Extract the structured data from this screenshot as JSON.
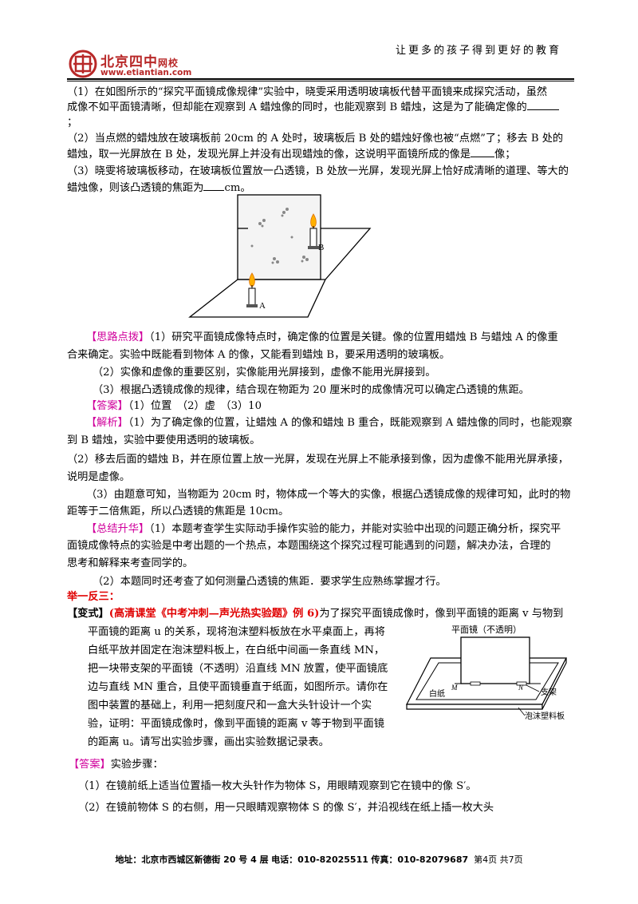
{
  "header": {
    "logo_cn": "北京四中",
    "logo_sub": "网校",
    "logo_web": "www.etiantian.com",
    "slogan": "让更多的孩子得到更好的教育"
  },
  "question": {
    "p1a": "（1）在如图所示的“探究平面镜成像规律”实验中，晓雯采用透明玻璃板代替平面镜来成探究活动，虽然",
    "p1b": "成像不如平面镜清晰，但却能在观察到 A 蜡烛像的同时，也能观察到 B 蜡烛，这是为了能确定像的",
    "p1c": "；",
    "p2a": "（2）当点燃的蜡烛放在玻璃板前 20cm 的 A 处时，玻璃板后 B 处的蜡烛好像也被“点燃”了；移去 B 处的",
    "p2b": "蜡烛，取一光屏放在 B 处，发现光屏上并没有出现蜡烛的像，这说明平面镜所成的像是",
    "p2c": "像；",
    "p3a": "（3）晓雯将玻璃板移动，在玻璃板位置放一凸透镜，B 处放一光屏，发现光屏上恰好成清晰的道理、等大的",
    "p3b": "蜡烛像，则该凸透镜的焦距为",
    "p3c": "cm。"
  },
  "figure1": {
    "label_a": "A",
    "label_b": "B"
  },
  "hint": {
    "tag": "【思路点拨】",
    "l1": "（1）研究平面镜成像特点时，确定像的位置是关键。像的位置用蜡烛 B 与蜡烛 A 的像重",
    "l2": "合来确定。实验中既能看到物体 A 的像，又能看到蜡烛 B，要采用透明的玻璃板。",
    "l3": "（2）实像和虚像的重要区别，实像能用光屏接到，虚像不能用光屏接到。",
    "l4": "（3）根据凸透镜成像的规律，结合现在物距为 20 厘米时的成像情况可以确定凸透镜的焦距。"
  },
  "answer1": {
    "tag": "【答案】",
    "text": "（1）位置　（2）虚　（3）10"
  },
  "analysis": {
    "tag": "【解析】",
    "l1": "（1）为了确定像的位置，让蜡烛 A 的像和蜡烛 B 重合，既能观察到 A 蜡烛像的同时，也能观察",
    "l2": "到 B 蜡烛，实验中要使用透明的玻璃板。",
    "l3": "（2）移去后面的蜡烛 B，并在原位置上放一光屏，发现在光屏上不能承接到像，因为虚像不能用光屏承接，",
    "l4": "说明是虚像。",
    "l5": "（3）由题意可知，当物距为 20cm 时，物体成一个等大的实像，根据凸透镜成像的规律可知，此时的物",
    "l6": "距等于二倍焦距，所以凸透镜的焦距是 10cm。"
  },
  "summary": {
    "tag": "【总结升华】",
    "l1": "（1）本题考查学生实际动手操作实验的能力，并能对实验中出现的问题正确分析，探究平",
    "l2": "面镜成像特点的实验是中考出题的一个热点，本题围绕这个探究过程可能遇到的问题，解决办法，合理的",
    "l3": "思考和解释来考查同学的。",
    "l4": "（2）本题同时还考查了如何测量凸透镜的焦距．要求学生应熟练掌握才行。"
  },
  "variant": {
    "heading": "举一反三：",
    "tag": "【变式】",
    "source": "(高清课堂《中考冲刺—声光热实验题》例 6)",
    "l1": "为了探究平面镜成像时，像到平面镜的距离 v 与物到",
    "l2": "平面镜的距离 u 的关系，现将泡沫塑料板放在水平桌面上，再将",
    "l3": "白纸平放并固定在泡沫塑料板上，在白纸中间画一条直线 MN，",
    "l4": "把一块带支架的平面镜（不透明）沿直线 MN 放置，使平面镜底",
    "l5": "边与直线 MN 重合，且使平面镜垂直于纸面，如图所示。请你在",
    "l6": "图中装置的基础上，利用一把刻度尺和一盒大头针设计一个实",
    "l7": "验，证明：平面镜成像时，像到平面镜的距离 v 等于物到平面镜",
    "l8": "的距离 u。请写出实验步骤，画出实验数据记录表。"
  },
  "figure2": {
    "mirror_label": "平面镜（不透明）",
    "m": "M",
    "n": "N",
    "paper": "白纸",
    "stand": "支架",
    "foam": "泡沫塑料板"
  },
  "answer2": {
    "tag": "【答案】",
    "intro": "实验步骤：",
    "s1": "（1）在镜前纸上适当位置插一枚大头针作为物体 S，用眼睛观察到它在镜中的像 S′。",
    "s2": "（2）在镜前物体 S 的右侧，用一只眼睛观察物体 S 的像 S′，并沿视线在纸上插一枚大头"
  },
  "footer": {
    "address_label": "地址：",
    "address": "北京市西城区新德街 20 号 4 层",
    "phone_label": "电话：",
    "phone": "010-82025511",
    "fax_label": "传真：",
    "fax": "010-82079687",
    "page": "第4页",
    "total": "共7页"
  }
}
